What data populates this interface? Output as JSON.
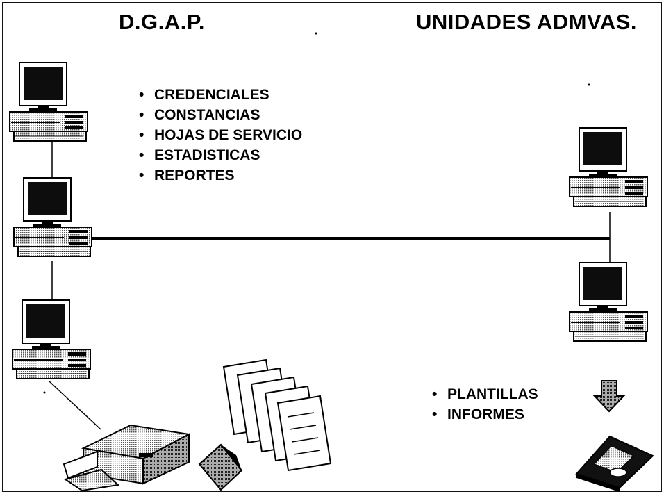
{
  "titles": {
    "left": "D.G.A.P.",
    "right": "UNIDADES ADMVAS."
  },
  "documents_list": [
    "CREDENCIALES",
    "CONSTANCIAS",
    "HOJAS DE SERVICIO",
    "ESTADISTICAS",
    "REPORTES"
  ],
  "reports_list": [
    "PLANTILLAS",
    "INFORMES"
  ],
  "icons": [
    "computer-icon",
    "printer-icon",
    "document-stack-icon",
    "arrow-icon",
    "floppy-disk-icon"
  ],
  "colors": {
    "line": "#000000",
    "text": "#000000",
    "background": "#ffffff"
  }
}
